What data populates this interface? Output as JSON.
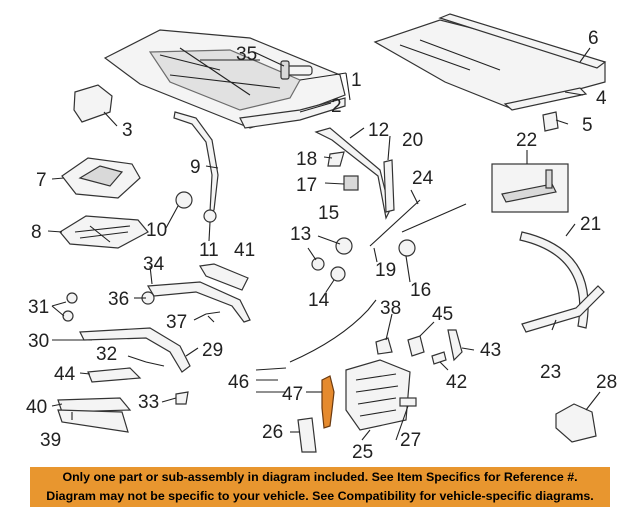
{
  "callouts": {
    "c1": "1",
    "c2": "2",
    "c3": "3",
    "c4": "4",
    "c5": "5",
    "c6": "6",
    "c7": "7",
    "c8": "8",
    "c9": "9",
    "c10": "10",
    "c11": "11",
    "c12": "12",
    "c13": "13",
    "c14": "14",
    "c15": "15",
    "c16": "16",
    "c17": "17",
    "c18": "18",
    "c19": "19",
    "c20": "20",
    "c21": "21",
    "c22": "22",
    "c23": "23",
    "c24": "24",
    "c25": "25",
    "c26": "26",
    "c27": "27",
    "c28": "28",
    "c29": "29",
    "c30": "30",
    "c31": "31",
    "c32": "32",
    "c33": "33",
    "c34": "34",
    "c35": "35",
    "c36": "36",
    "c37": "37",
    "c38": "38",
    "c39": "39",
    "c40": "40",
    "c41": "41",
    "c42": "42",
    "c43": "43",
    "c44": "44",
    "c45": "45",
    "c46": "46",
    "c47": "47"
  },
  "highlighted_part": "47",
  "colors": {
    "highlight": "#e58a2e",
    "banner": "#e8962f"
  },
  "footer": {
    "line1": "Only one part or sub-assembly in diagram included. See Item Specifics for Reference #.",
    "line2": "Diagram may not be specific to your vehicle. See Compatibility for vehicle-specific diagrams."
  }
}
